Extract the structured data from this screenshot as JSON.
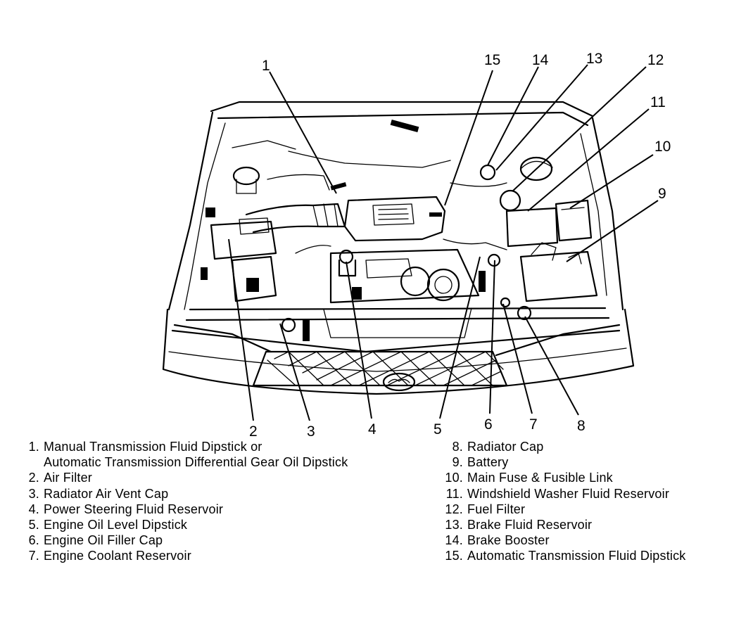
{
  "callout_numbers": [
    "1",
    "2",
    "3",
    "4",
    "5",
    "6",
    "7",
    "8",
    "9",
    "10",
    "11",
    "12",
    "13",
    "14",
    "15"
  ],
  "legend_left": [
    {
      "num": "1.",
      "label": "Manual Transmission Fluid Dipstick or"
    },
    {
      "num": "",
      "label": "Automatic Transmission Differential Gear Oil Dipstick"
    },
    {
      "num": "2.",
      "label": "Air Filter"
    },
    {
      "num": "3.",
      "label": "Radiator Air Vent Cap"
    },
    {
      "num": "4.",
      "label": "Power Steering Fluid Reservoir"
    },
    {
      "num": "5.",
      "label": "Engine Oil Level Dipstick"
    },
    {
      "num": "6.",
      "label": "Engine Oil Filler Cap"
    },
    {
      "num": "7.",
      "label": "Engine Coolant Reservoir"
    }
  ],
  "legend_right": [
    {
      "num": "8.",
      "label": "Radiator Cap"
    },
    {
      "num": "9.",
      "label": "Battery"
    },
    {
      "num": "10.",
      "label": "Main Fuse & Fusible Link"
    },
    {
      "num": "11.",
      "label": "Windshield Washer Fluid Reservoir"
    },
    {
      "num": "12.",
      "label": "Fuel Filter"
    },
    {
      "num": "13.",
      "label": "Brake Fluid Reservoir"
    },
    {
      "num": "14.",
      "label": "Brake Booster"
    },
    {
      "num": "15.",
      "label": "Automatic Transmission Fluid Dipstick"
    }
  ]
}
